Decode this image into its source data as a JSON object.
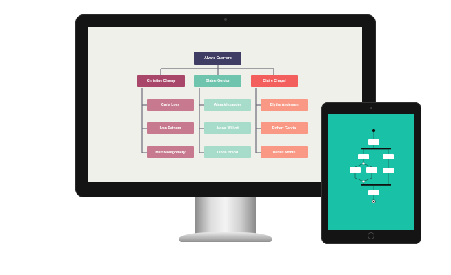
{
  "org_chart": {
    "root": {
      "name": "Álvaro Guerrero",
      "color": "#3f3d63"
    },
    "branches": [
      {
        "name": "Christine Champ",
        "color": "#a8476a",
        "child_color": "#c77a8f",
        "children": [
          "Carla Lees",
          "Ivan Patnum",
          "Matt Montgomery"
        ]
      },
      {
        "name": "Blaine Gordon",
        "color": "#6fc4ad",
        "child_color": "#a8dcca",
        "children": [
          "Alma Alexander",
          "Jason Williott",
          "Linda Brand"
        ]
      },
      {
        "name": "Claire Chapel",
        "color": "#f25f5c",
        "child_color": "#f99884",
        "children": [
          "Blythe Andersen",
          "Robert Garcia",
          "Darius Monte"
        ]
      }
    ],
    "colors": {
      "screen_bg": "#f0f0ea",
      "connector": "#6b6b78"
    }
  },
  "activity_diagram": {
    "colors": {
      "screen_bg": "#19c2a6",
      "node": "#ffffff",
      "bar": "#111111"
    }
  }
}
